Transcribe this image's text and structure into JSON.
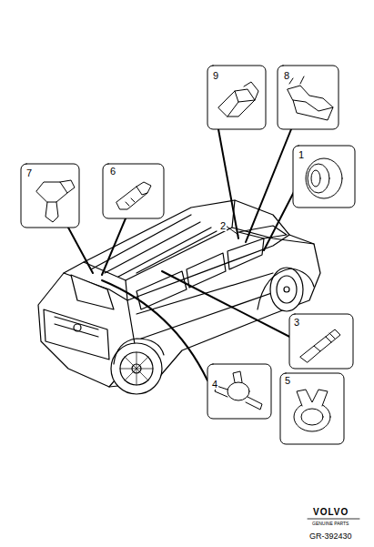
{
  "diagram": {
    "labels": [
      "9",
      "8",
      "1",
      "7",
      "6",
      "2",
      "3",
      "4",
      "5",
      "VOLVO",
      "GENUINE PARTS",
      "GR-392430"
    ]
  }
}
